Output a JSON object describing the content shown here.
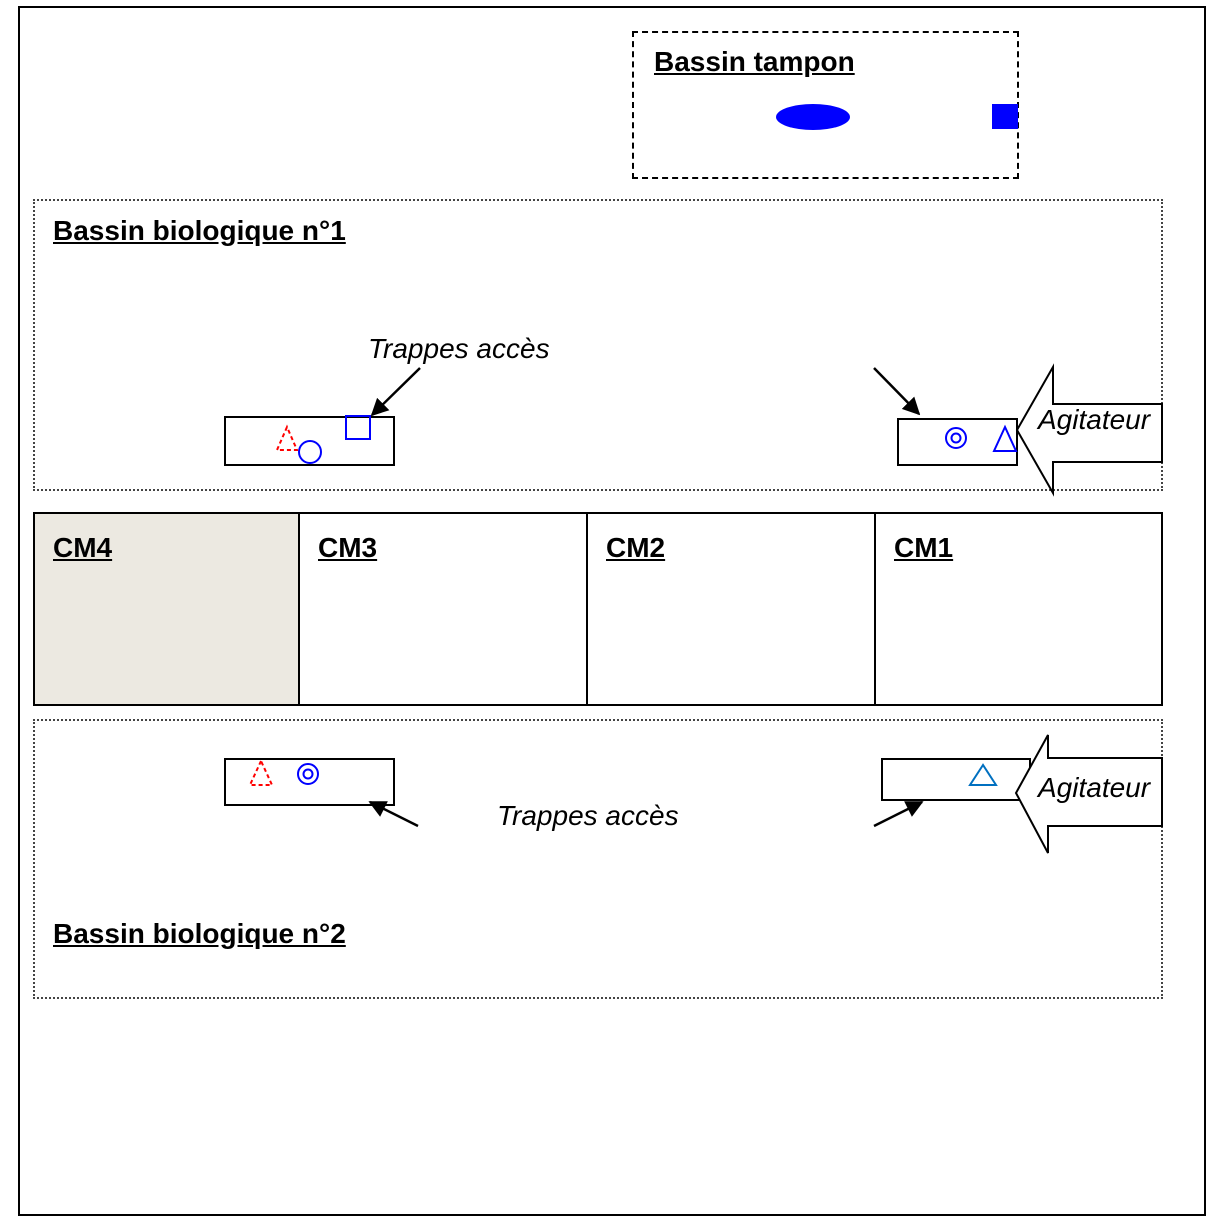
{
  "tampon": {
    "title": "Bassin tampon"
  },
  "bassin1": {
    "title": "Bassin biologique n°1",
    "trappes_label": "Trappes accès",
    "agitateur_label": "Agitateur"
  },
  "cm": {
    "cells": [
      {
        "label": "CM4"
      },
      {
        "label": "CM3"
      },
      {
        "label": "CM2"
      },
      {
        "label": "CM1"
      }
    ],
    "highlight_color": "#ece9e1"
  },
  "bassin2": {
    "title": "Bassin biologique n°2",
    "trappes_label": "Trappes accès",
    "agitateur_label": "Agitateur"
  },
  "colors": {
    "blue": "#0000ff",
    "red": "#ff0000",
    "light_blue": "#0070c0"
  }
}
